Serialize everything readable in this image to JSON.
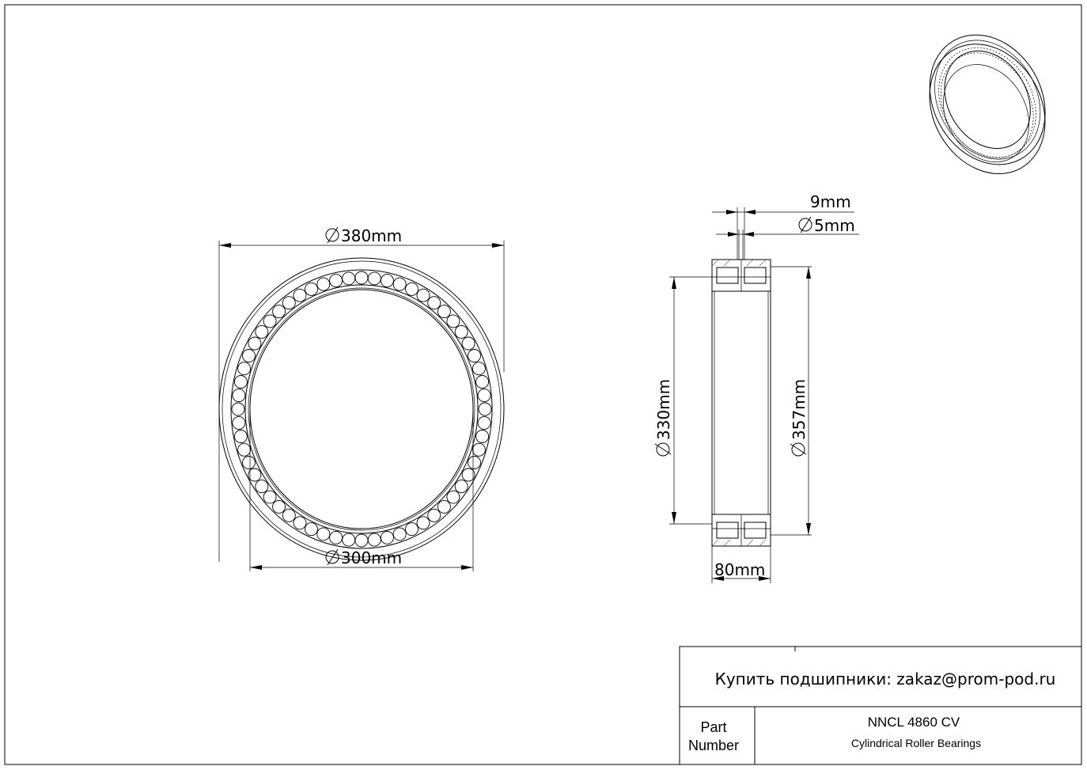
{
  "dimensions": {
    "outer_diameter": "380mm",
    "inner_diameter": "300mm",
    "d1_diameter": "330mm",
    "D1_diameter": "357mm",
    "width": "80mm",
    "chamfer_9": "9mm",
    "chamfer_5": "5mm"
  },
  "title_block": {
    "contact": "Купить подшипники: zakaz@prom-pod.ru",
    "part_label_line1": "Part",
    "part_label_line2": "Number",
    "part_number": "NNCL 4860 CV",
    "part_type": "Cylindrical Roller Bearings"
  }
}
